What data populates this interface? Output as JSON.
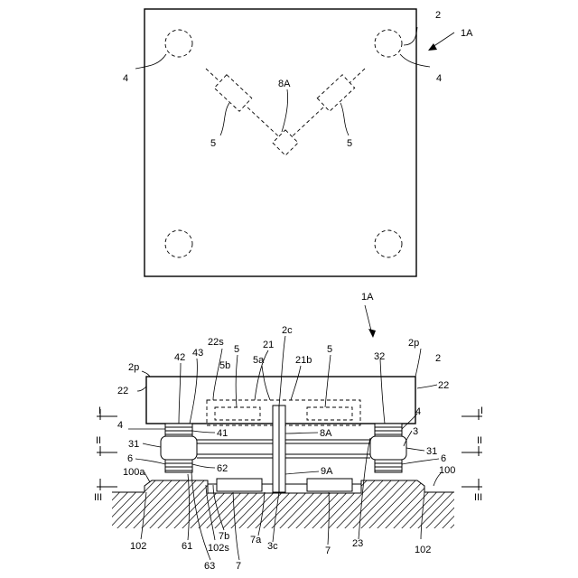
{
  "plan_view": {
    "labels": {
      "plate": "2",
      "assembly": "1A",
      "bolt_left": "4",
      "bolt_right": "4",
      "sensor_center": "8A",
      "actuator_left": "5",
      "actuator_right": "5"
    }
  },
  "section_view": {
    "labels": {
      "assembly": "1A",
      "plate_center": "2c",
      "recess": "21",
      "recess_surface": "22s",
      "actuator_left": "5",
      "actuator_right": "5",
      "actuator_a": "5a",
      "actuator_b": "5b",
      "recess_b": "21b",
      "plate_edge_left": "2p",
      "plate_edge_right": "2p",
      "plate_ref": "2",
      "ref_42": "42",
      "ref_43": "43",
      "ref_32": "32",
      "side_left": "22",
      "side_right": "22",
      "bolt_left": "4",
      "bolt_right": "4",
      "ref_41": "41",
      "sensor": "8A",
      "ref_3": "3",
      "ref_31_left": "31",
      "ref_31_right": "31",
      "ref_6_left": "6",
      "ref_6_right": "6",
      "ref_62": "62",
      "sensor_base": "9A",
      "base_left": "100a",
      "base_right": "100",
      "ref_102_left": "102",
      "ref_102_right": "102",
      "ref_61": "61",
      "ref_102s": "102s",
      "ref_7b": "7b",
      "ref_7a": "7a",
      "ref_3c": "3c",
      "ref_7_mid": "7",
      "ref_7_right": "7",
      "ref_23": "23",
      "ref_63": "63",
      "ref_7_bottom": "7"
    },
    "section_markers": {
      "left": [
        "I",
        "II",
        "III"
      ],
      "right": [
        "I",
        "II",
        "III"
      ]
    }
  }
}
